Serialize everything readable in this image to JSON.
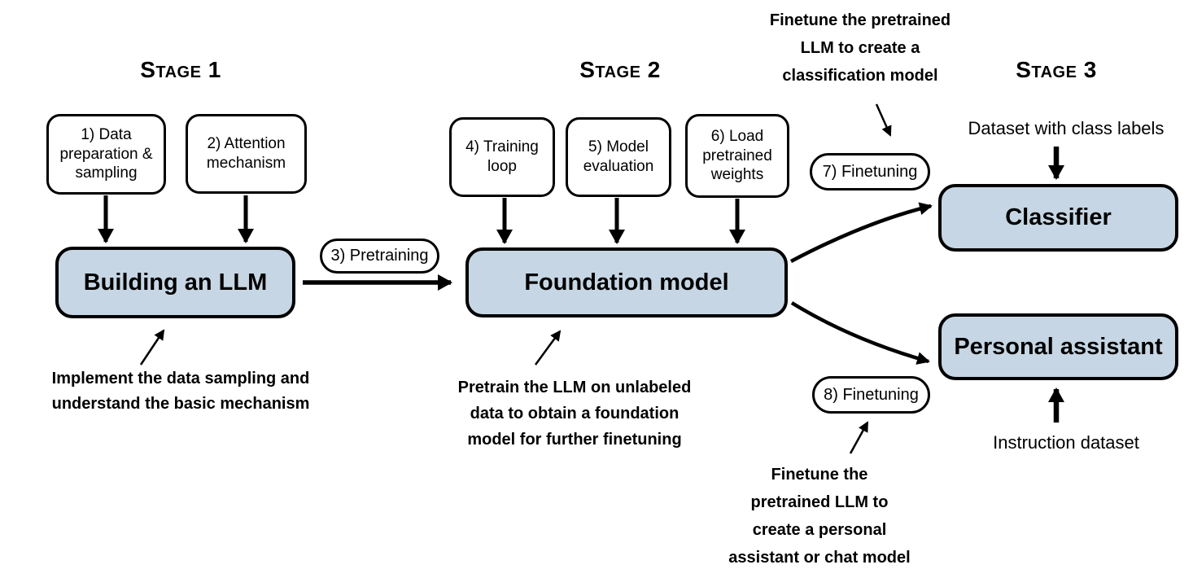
{
  "colors": {
    "box_fill": "#c6d6e4",
    "line": "#000000"
  },
  "stage1": {
    "title": "Stage 1",
    "boxes": [
      "1) Data preparation & sampling",
      "2) Attention mechanism"
    ],
    "main_box": "Building an LLM",
    "annotation": [
      "Implement the data sampling and",
      "understand the basic mechanism"
    ]
  },
  "pills": {
    "pretraining": "3) Pretraining",
    "finetuning7": "7) Finetuning",
    "finetuning8": "8) Finetuning"
  },
  "stage2": {
    "title": "Stage 2",
    "boxes": [
      "4) Training loop",
      "5) Model evaluation",
      "6) Load pretrained weights"
    ],
    "main_box": "Foundation model",
    "annotation": [
      "Pretrain the LLM on unlabeled",
      "data to obtain a foundation",
      "model for further finetuning"
    ]
  },
  "stage3": {
    "title": "Stage 3",
    "annotation_top": [
      "Finetune the pretrained",
      "LLM to create a",
      "classification model"
    ],
    "annotation_bottom": [
      "Finetune the",
      "pretrained LLM to",
      "create a personal",
      "assistant or chat model"
    ],
    "dataset_label": "Dataset with class labels",
    "classifier_box": "Classifier",
    "assistant_box": "Personal assistant",
    "instruction_label": "Instruction dataset"
  }
}
